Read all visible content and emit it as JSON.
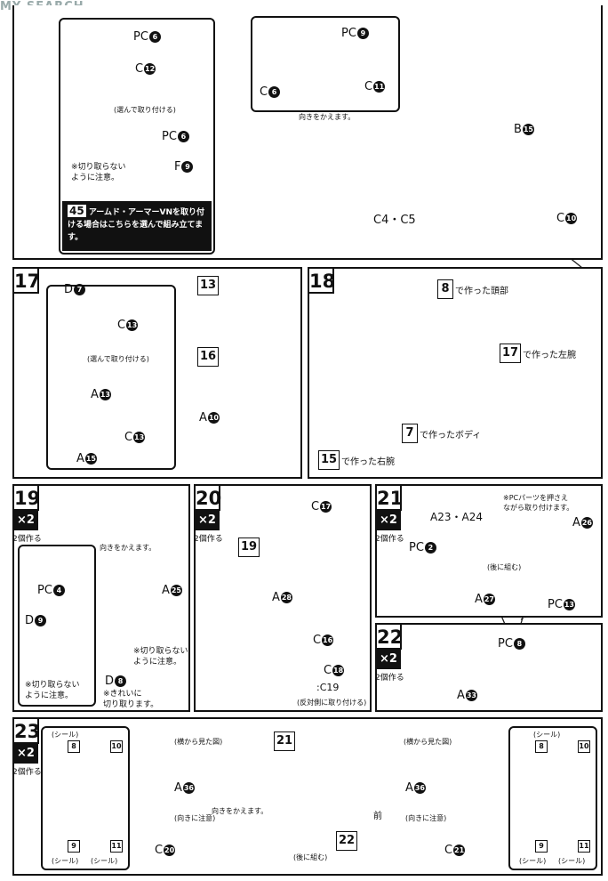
{
  "watermark": "MY SEARCH",
  "top": {
    "pc6_a": "PC",
    "pc6_a_n": "6",
    "c12": "C",
    "c12_n": "12",
    "choose": "(選んで取り付ける)",
    "pc6_b": "PC",
    "pc6_b_n": "6",
    "f9": "F",
    "f9_n": "9",
    "cut_note": "※切り取らない\nように注意。",
    "box_num": "45",
    "box_text": "アームド・アーマーVNを取り付ける場合はこちらを選んで組み立てます。",
    "pc9": "PC",
    "pc9_n": "9",
    "c6": "C",
    "c6_n": "6",
    "c11": "C",
    "c11_n": "11",
    "turn": "向きをかえます。",
    "c4c5": "C4・C5",
    "b15": "B",
    "b15_n": "15",
    "c10": "C",
    "c10_n": "10"
  },
  "s17": {
    "num": "17",
    "d7": "D",
    "d7_n": "7",
    "c13": "C",
    "c13_n": "13",
    "choose": "(選んで取り付ける)",
    "a13": "A",
    "a13_n": "13",
    "c13b": "C",
    "c13b_n": "13",
    "a15": "A",
    "a15_n": "15",
    "r13": "13",
    "r16": "16",
    "a10": "A",
    "a10_n": "10"
  },
  "s18": {
    "num": "18",
    "r8": "8",
    "t8": "で作った頭部",
    "r17": "17",
    "t17": "で作った左腕",
    "r7": "7",
    "t7": "で作ったボディ",
    "r15": "15",
    "t15": "で作った右腕"
  },
  "s19": {
    "num": "19",
    "x2": "×2",
    "make": "2個作る",
    "turn": "向きをかえます。",
    "pc4": "PC",
    "pc4_n": "4",
    "a25": "A",
    "a25_n": "25",
    "d9": "D",
    "d9_n": "9",
    "note_a": "※切り取らない\nように注意。",
    "note_b": "※切り取らない\nように注意。",
    "d8": "D",
    "d8_n": "8",
    "note_c": "※きれいに\n切り取ります。"
  },
  "s20": {
    "num": "20",
    "x2": "×2",
    "make": "2個作る",
    "c17": "C",
    "c17_n": "17",
    "r19": "19",
    "a28": "A",
    "a28_n": "28",
    "c16": "C",
    "c16_n": "16",
    "c18": "C",
    "c18_n": "18",
    "c19": ":C19",
    "opp": "(反対側に取り付ける)"
  },
  "s21": {
    "num": "21",
    "x2": "×2",
    "make": "2個作る",
    "a23a24": "A23・A24",
    "pc_note": "※PCパーツを押さえ\nながら取り付けます。",
    "a26": "A",
    "a26_n": "26",
    "pc2": "PC",
    "pc2_n": "2",
    "back": "(後に組む)",
    "a27": "A",
    "a27_n": "27",
    "pc13": "PC",
    "pc13_n": "13"
  },
  "s22": {
    "num": "22",
    "x2": "×2",
    "make": "2個作る",
    "pc8": "PC",
    "pc8_n": "8",
    "a33": "A",
    "a33_n": "33"
  },
  "s23": {
    "num": "23",
    "x2": "×2",
    "make": "2個作る",
    "seal": "(シール)",
    "s8": "8",
    "s10": "10",
    "s9": "9",
    "s11": "11",
    "side": "(横から見た図)",
    "a36": "A",
    "a36_n": "36",
    "orient": "(向きに注意)",
    "turn": "向きをかえます。",
    "c20": "C",
    "c20_n": "20",
    "r21": "21",
    "r22": "22",
    "back": "(後に組む)",
    "front": "前",
    "c21": "C",
    "c21_n": "21"
  }
}
